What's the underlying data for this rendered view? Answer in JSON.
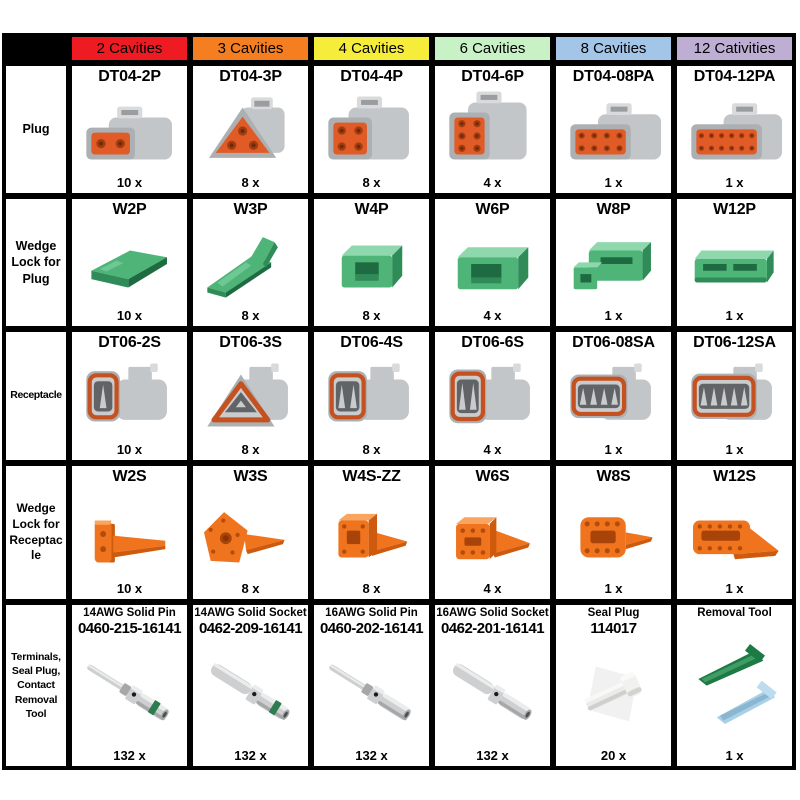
{
  "table": {
    "grid_color": "#000000",
    "cell_background": "#ffffff",
    "columns": [
      {
        "label": "2 Cavities",
        "color": "#ee1b22"
      },
      {
        "label": "3 Cavities",
        "color": "#f57f20"
      },
      {
        "label": "4 Cavities",
        "color": "#f6ed3b"
      },
      {
        "label": "6 Cavities",
        "color": "#c8f1c6"
      },
      {
        "label": "8 Cavities",
        "color": "#a3c5e7"
      },
      {
        "label": "12 Cativities",
        "color": "#bfaed4"
      }
    ],
    "rows": [
      {
        "label": "Plug",
        "cells": [
          {
            "title": "DT04-2P",
            "qty": "10 x",
            "icon": "plug-2"
          },
          {
            "title": "DT04-3P",
            "qty": "8 x",
            "icon": "plug-3"
          },
          {
            "title": "DT04-4P",
            "qty": "8 x",
            "icon": "plug-4"
          },
          {
            "title": "DT04-6P",
            "qty": "4 x",
            "icon": "plug-6"
          },
          {
            "title": "DT04-08PA",
            "qty": "1 x",
            "icon": "plug-8"
          },
          {
            "title": "DT04-12PA",
            "qty": "1 x",
            "icon": "plug-12"
          }
        ]
      },
      {
        "label": "Wedge Lock for Plug",
        "cells": [
          {
            "title": "W2P",
            "qty": "10 x",
            "icon": "wedge-plug-2"
          },
          {
            "title": "W3P",
            "qty": "8 x",
            "icon": "wedge-plug-3"
          },
          {
            "title": "W4P",
            "qty": "8 x",
            "icon": "wedge-plug-4"
          },
          {
            "title": "W6P",
            "qty": "4 x",
            "icon": "wedge-plug-6"
          },
          {
            "title": "W8P",
            "qty": "1 x",
            "icon": "wedge-plug-8"
          },
          {
            "title": "W12P",
            "qty": "1 x",
            "icon": "wedge-plug-12"
          }
        ]
      },
      {
        "label": "Receptacle",
        "cells": [
          {
            "title": "DT06-2S",
            "qty": "10 x",
            "icon": "receptacle-2"
          },
          {
            "title": "DT06-3S",
            "qty": "8 x",
            "icon": "receptacle-3"
          },
          {
            "title": "DT06-4S",
            "qty": "8 x",
            "icon": "receptacle-4"
          },
          {
            "title": "DT06-6S",
            "qty": "4 x",
            "icon": "receptacle-6"
          },
          {
            "title": "DT06-08SA",
            "qty": "1 x",
            "icon": "receptacle-8"
          },
          {
            "title": "DT06-12SA",
            "qty": "1 x",
            "icon": "receptacle-12"
          }
        ]
      },
      {
        "label": "Wedge Lock for Receptacle",
        "cells": [
          {
            "title": "W2S",
            "qty": "10 x",
            "icon": "wedge-receptacle-2"
          },
          {
            "title": "W3S",
            "qty": "8 x",
            "icon": "wedge-receptacle-3"
          },
          {
            "title": "W4S-ZZ",
            "qty": "8 x",
            "icon": "wedge-receptacle-4"
          },
          {
            "title": "W6S",
            "qty": "4 x",
            "icon": "wedge-receptacle-6"
          },
          {
            "title": "W8S",
            "qty": "1 x",
            "icon": "wedge-receptacle-8"
          },
          {
            "title": "W12S",
            "qty": "1 x",
            "icon": "wedge-receptacle-12"
          }
        ]
      },
      {
        "label": "Terminals, Seal Plug, Contact Removal Tool",
        "cells": [
          {
            "subtitle": "14AWG Solid Pin",
            "title": "0460-215-16141",
            "qty": "132 x",
            "icon": "terminal-pin-14"
          },
          {
            "subtitle": "14AWG Solid Socket",
            "title": "0462-209-16141",
            "qty": "132 x",
            "icon": "terminal-socket-14"
          },
          {
            "subtitle": "16AWG Solid Pin",
            "title": "0460-202-16141",
            "qty": "132 x",
            "icon": "terminal-pin-16"
          },
          {
            "subtitle": "16AWG Solid Socket",
            "title": "0462-201-16141",
            "qty": "132 x",
            "icon": "terminal-socket-16"
          },
          {
            "subtitle": "Seal Plug",
            "title": "114017",
            "qty": "20 x",
            "icon": "seal-plug"
          },
          {
            "subtitle": "Removal Tool",
            "title": "",
            "qty": "1 x",
            "icon": "removal-tools"
          }
        ]
      }
    ]
  }
}
